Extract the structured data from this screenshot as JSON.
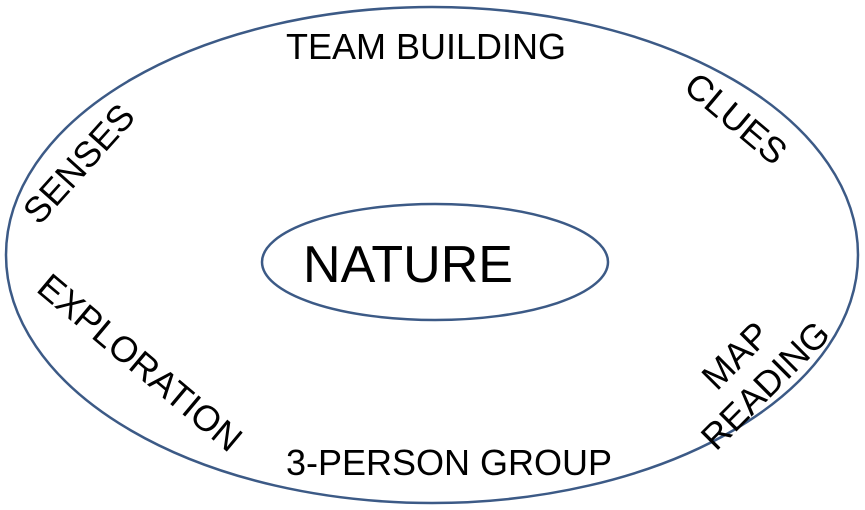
{
  "diagram": {
    "center": "NATURE",
    "top": "TEAM BUILDING",
    "top_right": "CLUES",
    "top_left": "SENSES",
    "bottom_left": "EXPLORATION",
    "bottom_right_line1": "MAP",
    "bottom_right_line2": "READING",
    "bottom": "3-PERSON GROUP"
  },
  "colors": {
    "ellipse_stroke": "#3c5a86",
    "text": "#000000",
    "background": "#ffffff"
  }
}
